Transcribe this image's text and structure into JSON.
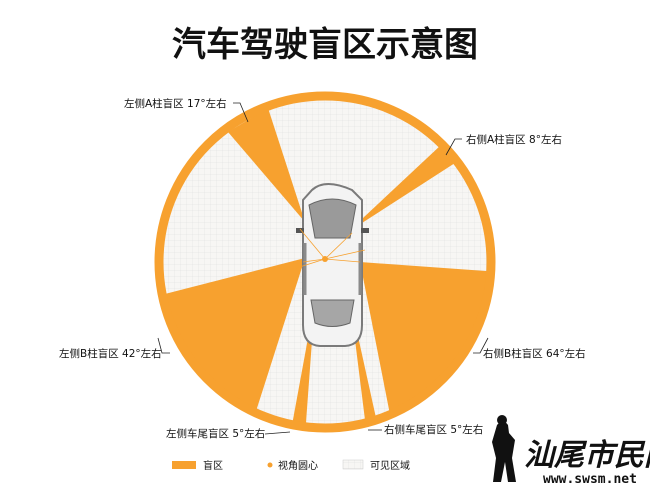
{
  "title": "汽车驾驶盲区示意图",
  "colors": {
    "blind_zone": "#f7a12f",
    "visible_area": "#f7f6f4",
    "grid": "#d9d9d9",
    "accent": "#f7a12f"
  },
  "labels": {
    "left_a_pillar": "左侧A柱盲区  17°左右",
    "right_a_pillar": "右侧A柱盲区  8°左右",
    "left_b_pillar": "左侧B柱盲区  42°左右",
    "right_b_pillar": "右侧B柱盲区  64°左右",
    "left_rear": "左侧车尾盲区  5°左右",
    "right_rear": "右侧车尾盲区  5°左右"
  },
  "legend": {
    "blind_zone": "盲区",
    "view_center": "视角圆心",
    "visible_area": "可见区域"
  },
  "watermark": {
    "logo_text": "汕尾市民网",
    "url": "www.swsm.net"
  },
  "blind_zones": [
    {
      "name": "left-a-pillar",
      "degrees": 17
    },
    {
      "name": "right-a-pillar",
      "degrees": 8
    },
    {
      "name": "left-b-pillar",
      "degrees": 42
    },
    {
      "name": "right-b-pillar",
      "degrees": 64
    },
    {
      "name": "left-rear",
      "degrees": 5
    },
    {
      "name": "right-rear",
      "degrees": 5
    }
  ]
}
